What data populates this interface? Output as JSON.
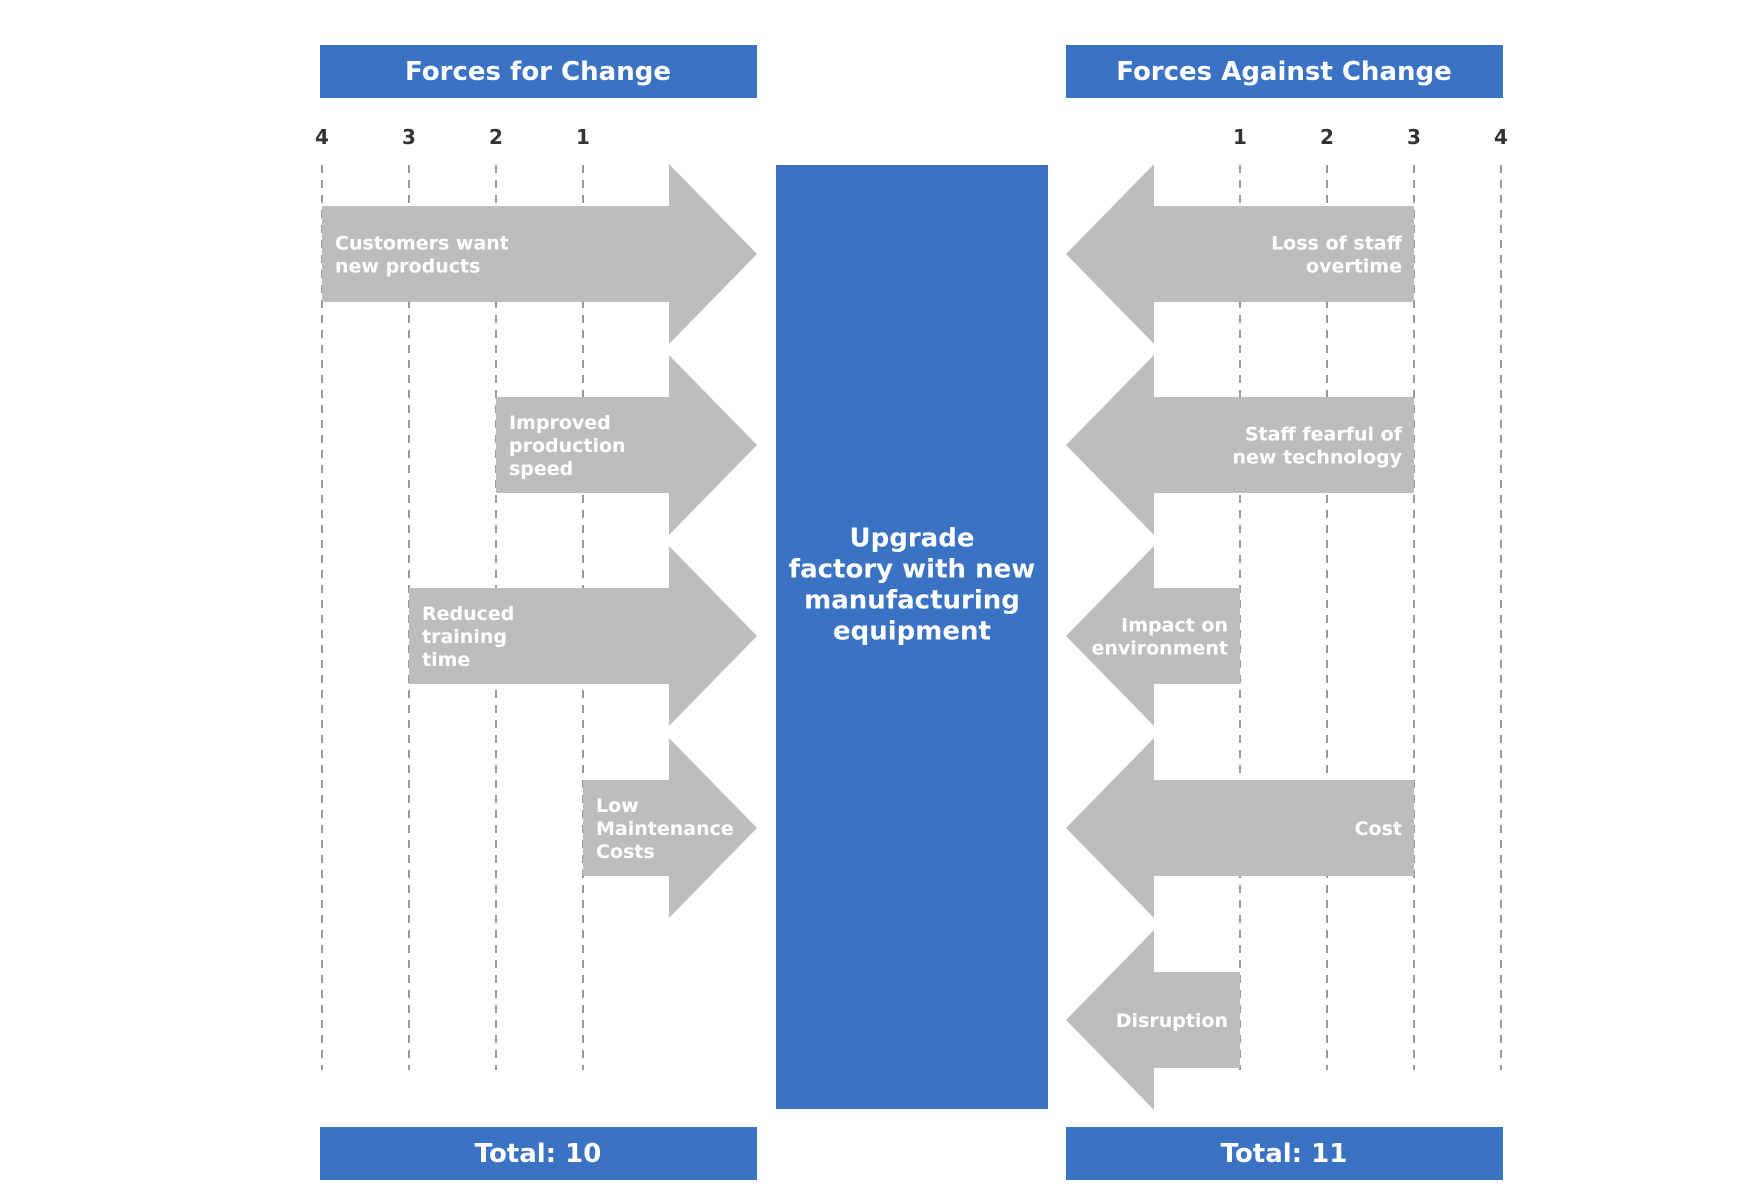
{
  "colors": {
    "header_blue": "#3b73c4",
    "arrow_gray": "#bdbdbd",
    "dash_gray": "#9a9a9a",
    "tick_text": "#333333",
    "white": "#ffffff"
  },
  "for_change": {
    "header": "Forces for Change",
    "ticks": [
      "4",
      "3",
      "2",
      "1"
    ],
    "total": "Total: 10",
    "forces": [
      {
        "lines": [
          "Customers want",
          "new products"
        ],
        "strength": 4
      },
      {
        "lines": [
          "Improved",
          "production",
          "speed"
        ],
        "strength": 2
      },
      {
        "lines": [
          "Reduced",
          "training",
          "time"
        ],
        "strength": 3
      },
      {
        "lines": [
          "Low",
          "Maintenance",
          "Costs"
        ],
        "strength": 1
      }
    ]
  },
  "goal": {
    "lines": [
      "Upgrade",
      "factory with new",
      "manufacturing",
      "equipment"
    ]
  },
  "against_change": {
    "header": "Forces Against Change",
    "ticks": [
      "1",
      "2",
      "3",
      "4"
    ],
    "total": "Total: 11",
    "forces": [
      {
        "lines": [
          "Loss of staff",
          "overtime"
        ],
        "strength": 3
      },
      {
        "lines": [
          "Staff fearful of",
          "new technology"
        ],
        "strength": 3
      },
      {
        "lines": [
          "Impact on",
          "environment"
        ],
        "strength": 1
      },
      {
        "lines": [
          "Cost"
        ],
        "strength": 3
      },
      {
        "lines": [
          "Disruption"
        ],
        "strength": 1
      }
    ]
  }
}
